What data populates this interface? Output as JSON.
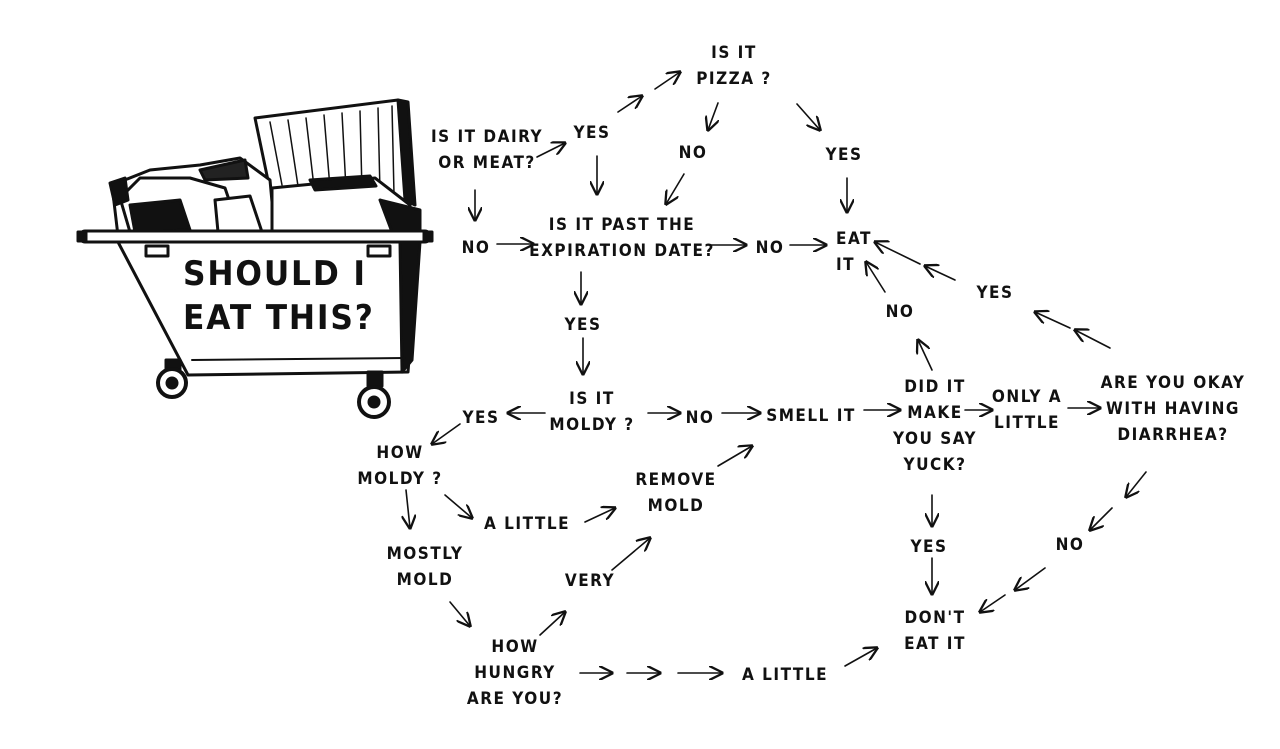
{
  "bin": {
    "title_lines": [
      "SHOULD I",
      "EAT THIS?"
    ]
  },
  "nodes": {
    "dairy": {
      "lines": [
        "IS IT DAIRY",
        "OR MEAT?"
      ]
    },
    "yes_dairy": {
      "lines": [
        "YES"
      ]
    },
    "pizza": {
      "lines": [
        "IS IT",
        "PIZZA ?"
      ]
    },
    "no_pizza": {
      "lines": [
        "NO"
      ]
    },
    "yes_pizza": {
      "lines": [
        "YES"
      ]
    },
    "no_dairy": {
      "lines": [
        "NO"
      ]
    },
    "expiration": {
      "lines": [
        "IS IT PAST THE",
        "EXPIRATION DATE?"
      ]
    },
    "no_expired": {
      "lines": [
        "NO"
      ]
    },
    "eat_it": {
      "lines": [
        "EAT",
        "IT"
      ]
    },
    "yes_expired": {
      "lines": [
        "YES"
      ]
    },
    "moldy": {
      "lines": [
        "IS IT",
        "MOLDY ?"
      ]
    },
    "yes_moldy": {
      "lines": [
        "YES"
      ]
    },
    "no_moldy": {
      "lines": [
        "NO"
      ]
    },
    "smell": {
      "lines": [
        "SMELL IT"
      ]
    },
    "yuck": {
      "lines": [
        "DID IT",
        "MAKE",
        "YOU SAY",
        "YUCK?"
      ]
    },
    "no_yuck": {
      "lines": [
        "NO"
      ]
    },
    "only_little": {
      "lines": [
        "ONLY A",
        "LITTLE"
      ]
    },
    "diarrhea": {
      "lines": [
        "ARE YOU OKAY",
        "WITH HAVING",
        "DIARRHEA?"
      ]
    },
    "yes_diarrhea": {
      "lines": [
        "YES"
      ]
    },
    "how_moldy": {
      "lines": [
        "HOW",
        "MOLDY ?"
      ]
    },
    "a_little_mold": {
      "lines": [
        "A LITTLE"
      ]
    },
    "remove_mold": {
      "lines": [
        "REMOVE",
        "MOLD"
      ]
    },
    "mostly_mold": {
      "lines": [
        "MOSTLY",
        "MOLD"
      ]
    },
    "very": {
      "lines": [
        "VERY"
      ]
    },
    "hungry": {
      "lines": [
        "HOW",
        "HUNGRY",
        "ARE YOU?"
      ]
    },
    "a_little_hungry": {
      "lines": [
        "A LITTLE"
      ]
    },
    "yes_yuck": {
      "lines": [
        "YES"
      ]
    },
    "no_diarrhea": {
      "lines": [
        "NO"
      ]
    },
    "dont_eat": {
      "lines": [
        "DON'T",
        "EAT IT"
      ]
    }
  }
}
